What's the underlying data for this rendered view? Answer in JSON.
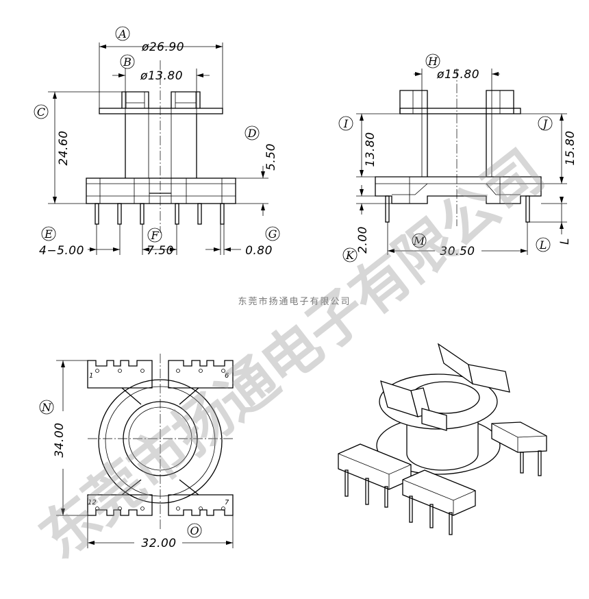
{
  "labels": {
    "A": "A",
    "B": "B",
    "C": "C",
    "D": "D",
    "E": "E",
    "F": "F",
    "G": "G",
    "H": "H",
    "I": "I",
    "J": "J",
    "K": "K",
    "L": "L",
    "M": "M",
    "N": "N",
    "O": "O"
  },
  "dims": {
    "A": "ø26.90",
    "B": "ø13.80",
    "C": "24.60",
    "D": "5.50",
    "E": "4−5.00",
    "F": "7.50",
    "G": "0.80",
    "H": "ø15.80",
    "I": "13.80",
    "J": "15.80",
    "K": "2.00",
    "L": "L",
    "M": "30.50",
    "N": "34.00",
    "O": "32.00"
  },
  "pins": {
    "p1": "1",
    "p6": "6",
    "p12": "12",
    "p7": "7"
  },
  "company": "东莞市扬通电子有限公司",
  "watermark": "东莞市扬通电子有限公司",
  "colors": {
    "line": "#000000",
    "company_text": "#777777",
    "watermark": "#969696"
  }
}
